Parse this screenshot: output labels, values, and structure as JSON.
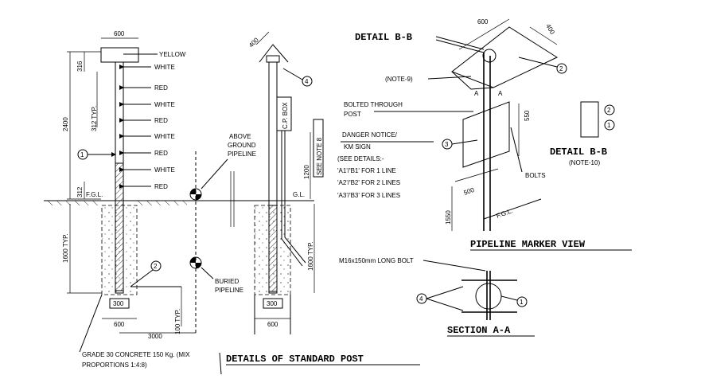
{
  "standard_post": {
    "title": "DETAILS OF STANDARD POST",
    "dims": {
      "cap_width": "600",
      "top_band": "316",
      "band_spacing": "312 TYP.",
      "total_height": "2400",
      "bottom_band": "312",
      "embed_depth": "1600 TYP.",
      "base_width": "600",
      "post_width": "300",
      "offset": "3000",
      "buried_depth": "100 TYP."
    },
    "bands": [
      "YELLOW",
      "WHITE",
      "RED",
      "WHITE",
      "RED",
      "WHITE",
      "RED",
      "WHITE",
      "RED"
    ],
    "callouts": {
      "post": "1",
      "concrete": "2"
    },
    "fgl": "F.G.L.",
    "above_ground": "ABOVE\nGROUND\nPIPELINE",
    "buried": "BURIED\nPIPELINE",
    "concrete_note_1": "GRADE 30 CONCRETE 150 Kg. (MIX",
    "concrete_note_2": "PROPORTIONS 1:4:8)"
  },
  "cp_post": {
    "dims": {
      "cap": "400",
      "height": "1200",
      "embed": "1600 TYP.",
      "base": "600",
      "post": "300"
    },
    "box_label": "C.P. BOX",
    "note_label": "SEE NOTE 8",
    "gl": "G.L.",
    "callout": "4"
  },
  "marker_view": {
    "title": "PIPELINE MARKER VIEW",
    "detail_label": "DETAIL B-B",
    "note9": "(NOTE-9)",
    "bolted": "BOLTED THROUGH",
    "bolted2": "POST",
    "danger1": "DANGER NOTICE/",
    "danger2": "KM SIGN",
    "see_details": "(SEE DETAILS:-",
    "line1": "'A1'/'B1' FOR 1 LINE",
    "line2": "'A2'/'B2' FOR 2 LINES",
    "line3": "'A3'/'B3' FOR 3 LINES",
    "bolts": "BOLTS",
    "fgl": "F.G.L.",
    "dims": {
      "cap_len": "600",
      "cap_wid": "400",
      "plate_h": "550",
      "plate_w": "500",
      "embed": "1550"
    },
    "callouts": {
      "a": "2",
      "b": "3"
    },
    "section_arrow": "A"
  },
  "detail_bb": {
    "title": "DETAIL B-B",
    "note": "(NOTE-10)",
    "callout_top": "2",
    "callout_bottom": "1"
  },
  "section_aa": {
    "title": "SECTION A-A",
    "bolt": "M16x150mm LONG BOLT",
    "callout_left": "4",
    "callout_right": "1"
  }
}
